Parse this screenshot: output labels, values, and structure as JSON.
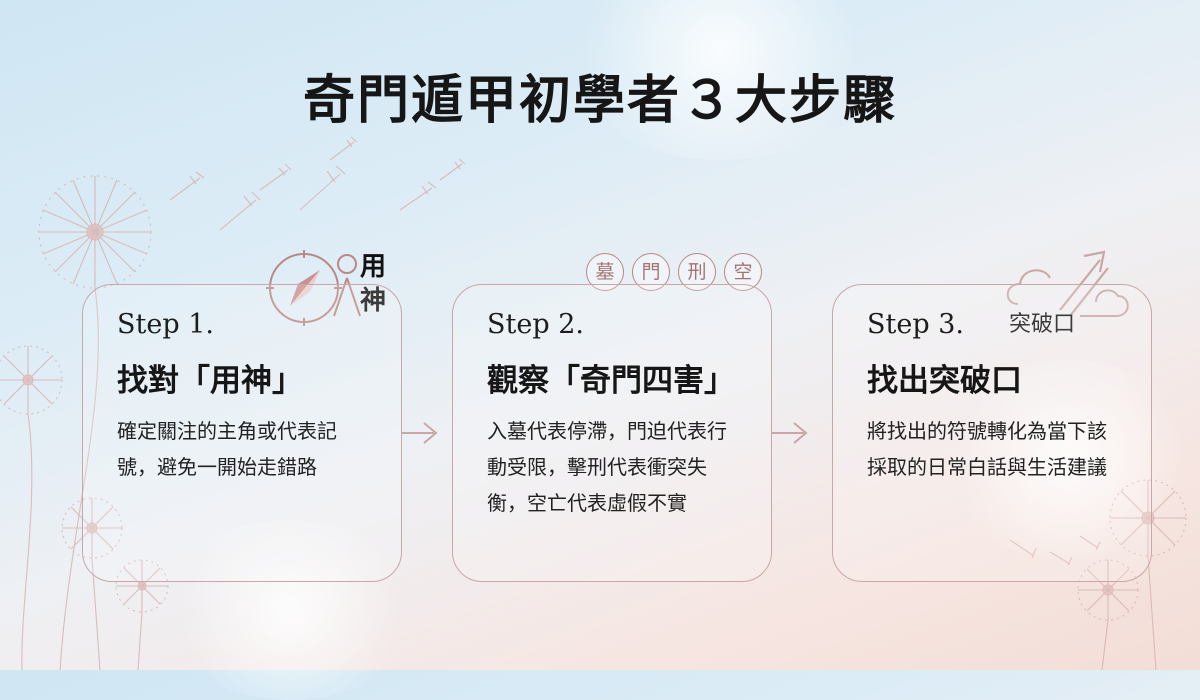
{
  "title": "奇門遁甲初學者３大步驟",
  "badges": [
    "墓",
    "門",
    "刑",
    "空"
  ],
  "icon_text_1": {
    "line1": "用",
    "line2": "神"
  },
  "icon_text_3": "突破口",
  "steps": [
    {
      "label": "Step 1.",
      "heading": "找對「用神」",
      "description": "確定關注的主角或代表記號，避免一開始走錯路"
    },
    {
      "label": "Step 2.",
      "heading": "觀察「奇門四害」",
      "description": "入墓代表停滯，門迫代表行動受限，擊刑代表衝突失衡，空亡代表虛假不實"
    },
    {
      "label": "Step 3.",
      "heading": "找出突破口",
      "description": "將找出的符號轉化為當下該採取的日常白話與生活建議"
    }
  ],
  "colors": {
    "accent": "#c9a7a6",
    "badge": "#a47472",
    "text": "#161616"
  },
  "icons": [
    "dandelion-icon",
    "compass-icon",
    "person-icon",
    "cloud-icon",
    "rising-arrow-icon",
    "chevron-arrow-icon"
  ]
}
